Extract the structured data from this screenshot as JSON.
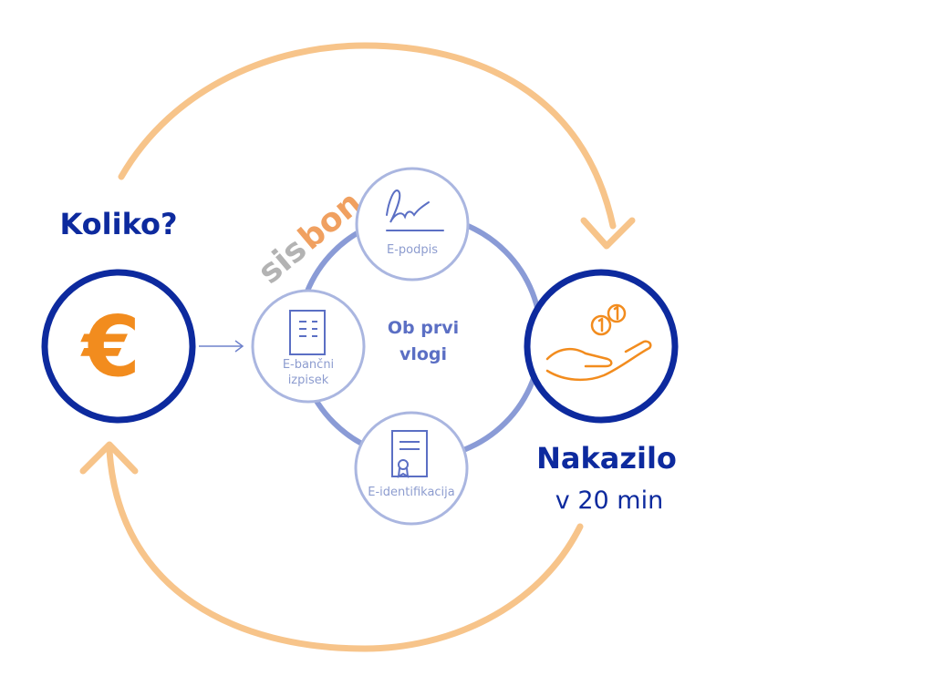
{
  "left": {
    "question": "Koliko?",
    "symbol": "€"
  },
  "center": {
    "line1": "Ob prvi",
    "line2": "vlogi"
  },
  "nodes": {
    "signature": "E-podpis",
    "statement_line1": "E-bančni",
    "statement_line2": "izpisek",
    "identification": "E-identifikacija"
  },
  "right": {
    "title": "Nakazilo",
    "subtitle": "v 20 min"
  },
  "watermark": {
    "part1": "sis",
    "part2": "bon"
  },
  "colors": {
    "navy": "#0d2a9e",
    "orange": "#f28c1e",
    "arc": "#f7c48a",
    "ring": "#8a9bd6",
    "node": "#aab6e0",
    "node_text": "#8d9ccf",
    "watermark_gray": "#b3b3b3",
    "watermark_orange": "#f0a060"
  }
}
